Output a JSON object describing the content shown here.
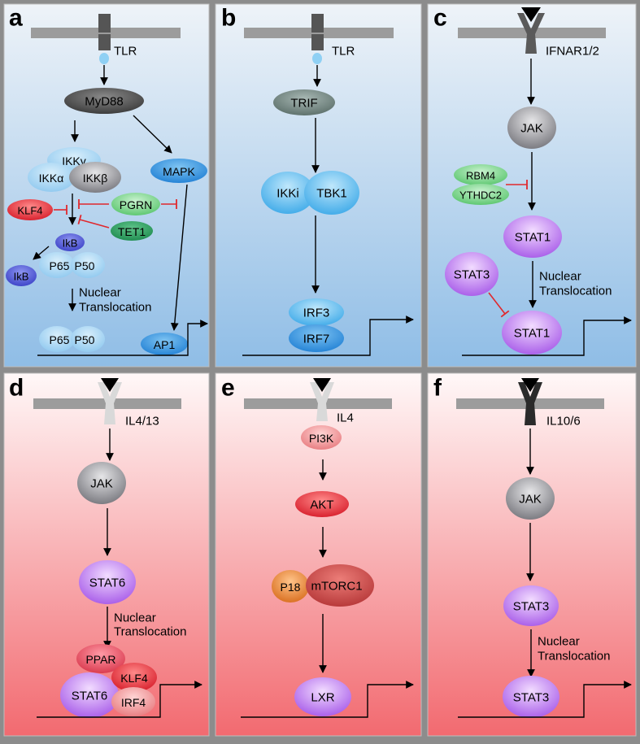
{
  "panels": [
    {
      "id": "a",
      "letter": "a",
      "receptor": "TLR",
      "nodes": {
        "myd88": "MyD88",
        "ikkg": "IKKγ",
        "ikka": "IKKα",
        "ikkb": "IKKβ",
        "mapk": "MAPK",
        "klf4": "KLF4",
        "pgrn": "PGRN",
        "tet1": "TET1",
        "ikb": "IkB",
        "ikb_free": "IkB",
        "p65": "P65",
        "p50": "P50",
        "p65_nuc": "P65",
        "p50_nuc": "P50",
        "ap1": "AP1"
      },
      "translocation": [
        "Nuclear",
        "Translocation"
      ]
    },
    {
      "id": "b",
      "letter": "b",
      "receptor": "TLR",
      "nodes": {
        "trif": "TRIF",
        "ikki": "IKKi",
        "tbk1": "TBK1",
        "irf3": "IRF3",
        "irf7": "IRF7"
      }
    },
    {
      "id": "c",
      "letter": "c",
      "receptor": "IFNAR1/2",
      "nodes": {
        "jak": "JAK",
        "rbm4": "RBM4",
        "ythdc2": "YTHDC2",
        "stat1": "STAT1",
        "stat3": "STAT3",
        "stat1_nuc": "STAT1"
      },
      "translocation": [
        "Nuclear",
        "Translocation"
      ]
    },
    {
      "id": "d",
      "letter": "d",
      "receptor": "IL4/13",
      "nodes": {
        "jak": "JAK",
        "stat6": "STAT6",
        "ppar": "PPAR",
        "klf4": "KLF4",
        "stat6_nuc": "STAT6",
        "irf4": "IRF4"
      },
      "translocation": [
        "Nuclear",
        "Translocation"
      ]
    },
    {
      "id": "e",
      "letter": "e",
      "receptor": "IL4",
      "nodes": {
        "pi3k": "PI3K",
        "akt": "AKT",
        "p18": "P18",
        "mtorc1": "mTORC1",
        "lxr": "LXR"
      }
    },
    {
      "id": "f",
      "letter": "f",
      "receptor": "IL10/6",
      "nodes": {
        "jak": "JAK",
        "stat3": "STAT3",
        "stat3_nuc": "STAT3"
      },
      "translocation": [
        "Nuclear",
        "Translocation"
      ]
    }
  ],
  "colors": {
    "blue_top": "#eef3f8",
    "blue_bottom": "#8fbde6",
    "red_top": "#fff8f8",
    "red_bottom": "#f26a70",
    "membrane": "#9c9c9c",
    "inhibit": "#e0282d"
  }
}
